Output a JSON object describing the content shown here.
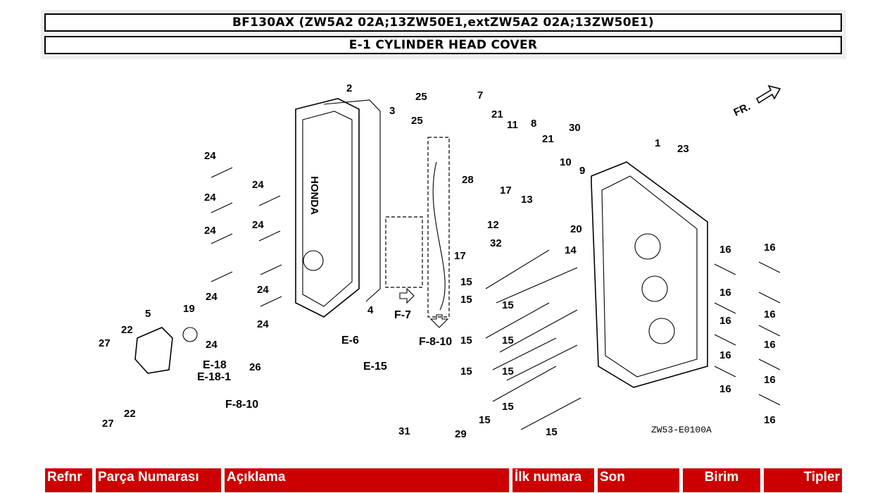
{
  "header": {
    "model": "BF130AX (ZW5A2 02A;13ZW50E1,extZW5A2 02A;13ZW50E1)",
    "section": "E-1 CYLINDER HEAD COVER"
  },
  "diagram": {
    "code": "ZW53-E0100A",
    "direction": "FR.",
    "brand_on_cover": "HONDA",
    "refs": {
      "e6": "E-6",
      "e15": "E-15",
      "e18": "E-18",
      "e181": "E-18-1",
      "f810a": "F-8-10",
      "f810b": "F-8-10",
      "f7": "F-7"
    },
    "callouts": {
      "n1": "1",
      "n2": "2",
      "n3": "3",
      "n4": "4",
      "n5": "5",
      "n7": "7",
      "n8": "8",
      "n9": "9",
      "n10": "10",
      "n11": "11",
      "n12": "12",
      "n13": "13",
      "n14": "14",
      "n17a": "17",
      "n17b": "17",
      "n19": "19",
      "n20": "20",
      "n21a": "21",
      "n21b": "21",
      "n22a": "22",
      "n22b": "22",
      "n23": "23",
      "n24a": "24",
      "n24b": "24",
      "n24c": "24",
      "n24d": "24",
      "n24e": "24",
      "n24f": "24",
      "n24g": "24",
      "n24h": "24",
      "n24i": "24",
      "n25a": "25",
      "n25b": "25",
      "n26": "26",
      "n27a": "27",
      "n27b": "27",
      "n28": "28",
      "n29": "29",
      "n30": "30",
      "n31": "31",
      "n32": "32",
      "n15a": "15",
      "n15b": "15",
      "n15c": "15",
      "n15d": "15",
      "n15e": "15",
      "n15f": "15",
      "n15g": "15",
      "n15h": "15",
      "n15i": "15",
      "n15j": "15",
      "n16a": "16",
      "n16b": "16",
      "n16c": "16",
      "n16d": "16",
      "n16e": "16",
      "n16f": "16",
      "n16g": "16",
      "n16h": "16",
      "n16i": "16",
      "n16j": "16"
    }
  },
  "table": {
    "columns": [
      "Refnr",
      "Parça Numarası",
      "Açıklama",
      "İlk numara",
      "Son",
      "Birim",
      "Tipler"
    ]
  }
}
